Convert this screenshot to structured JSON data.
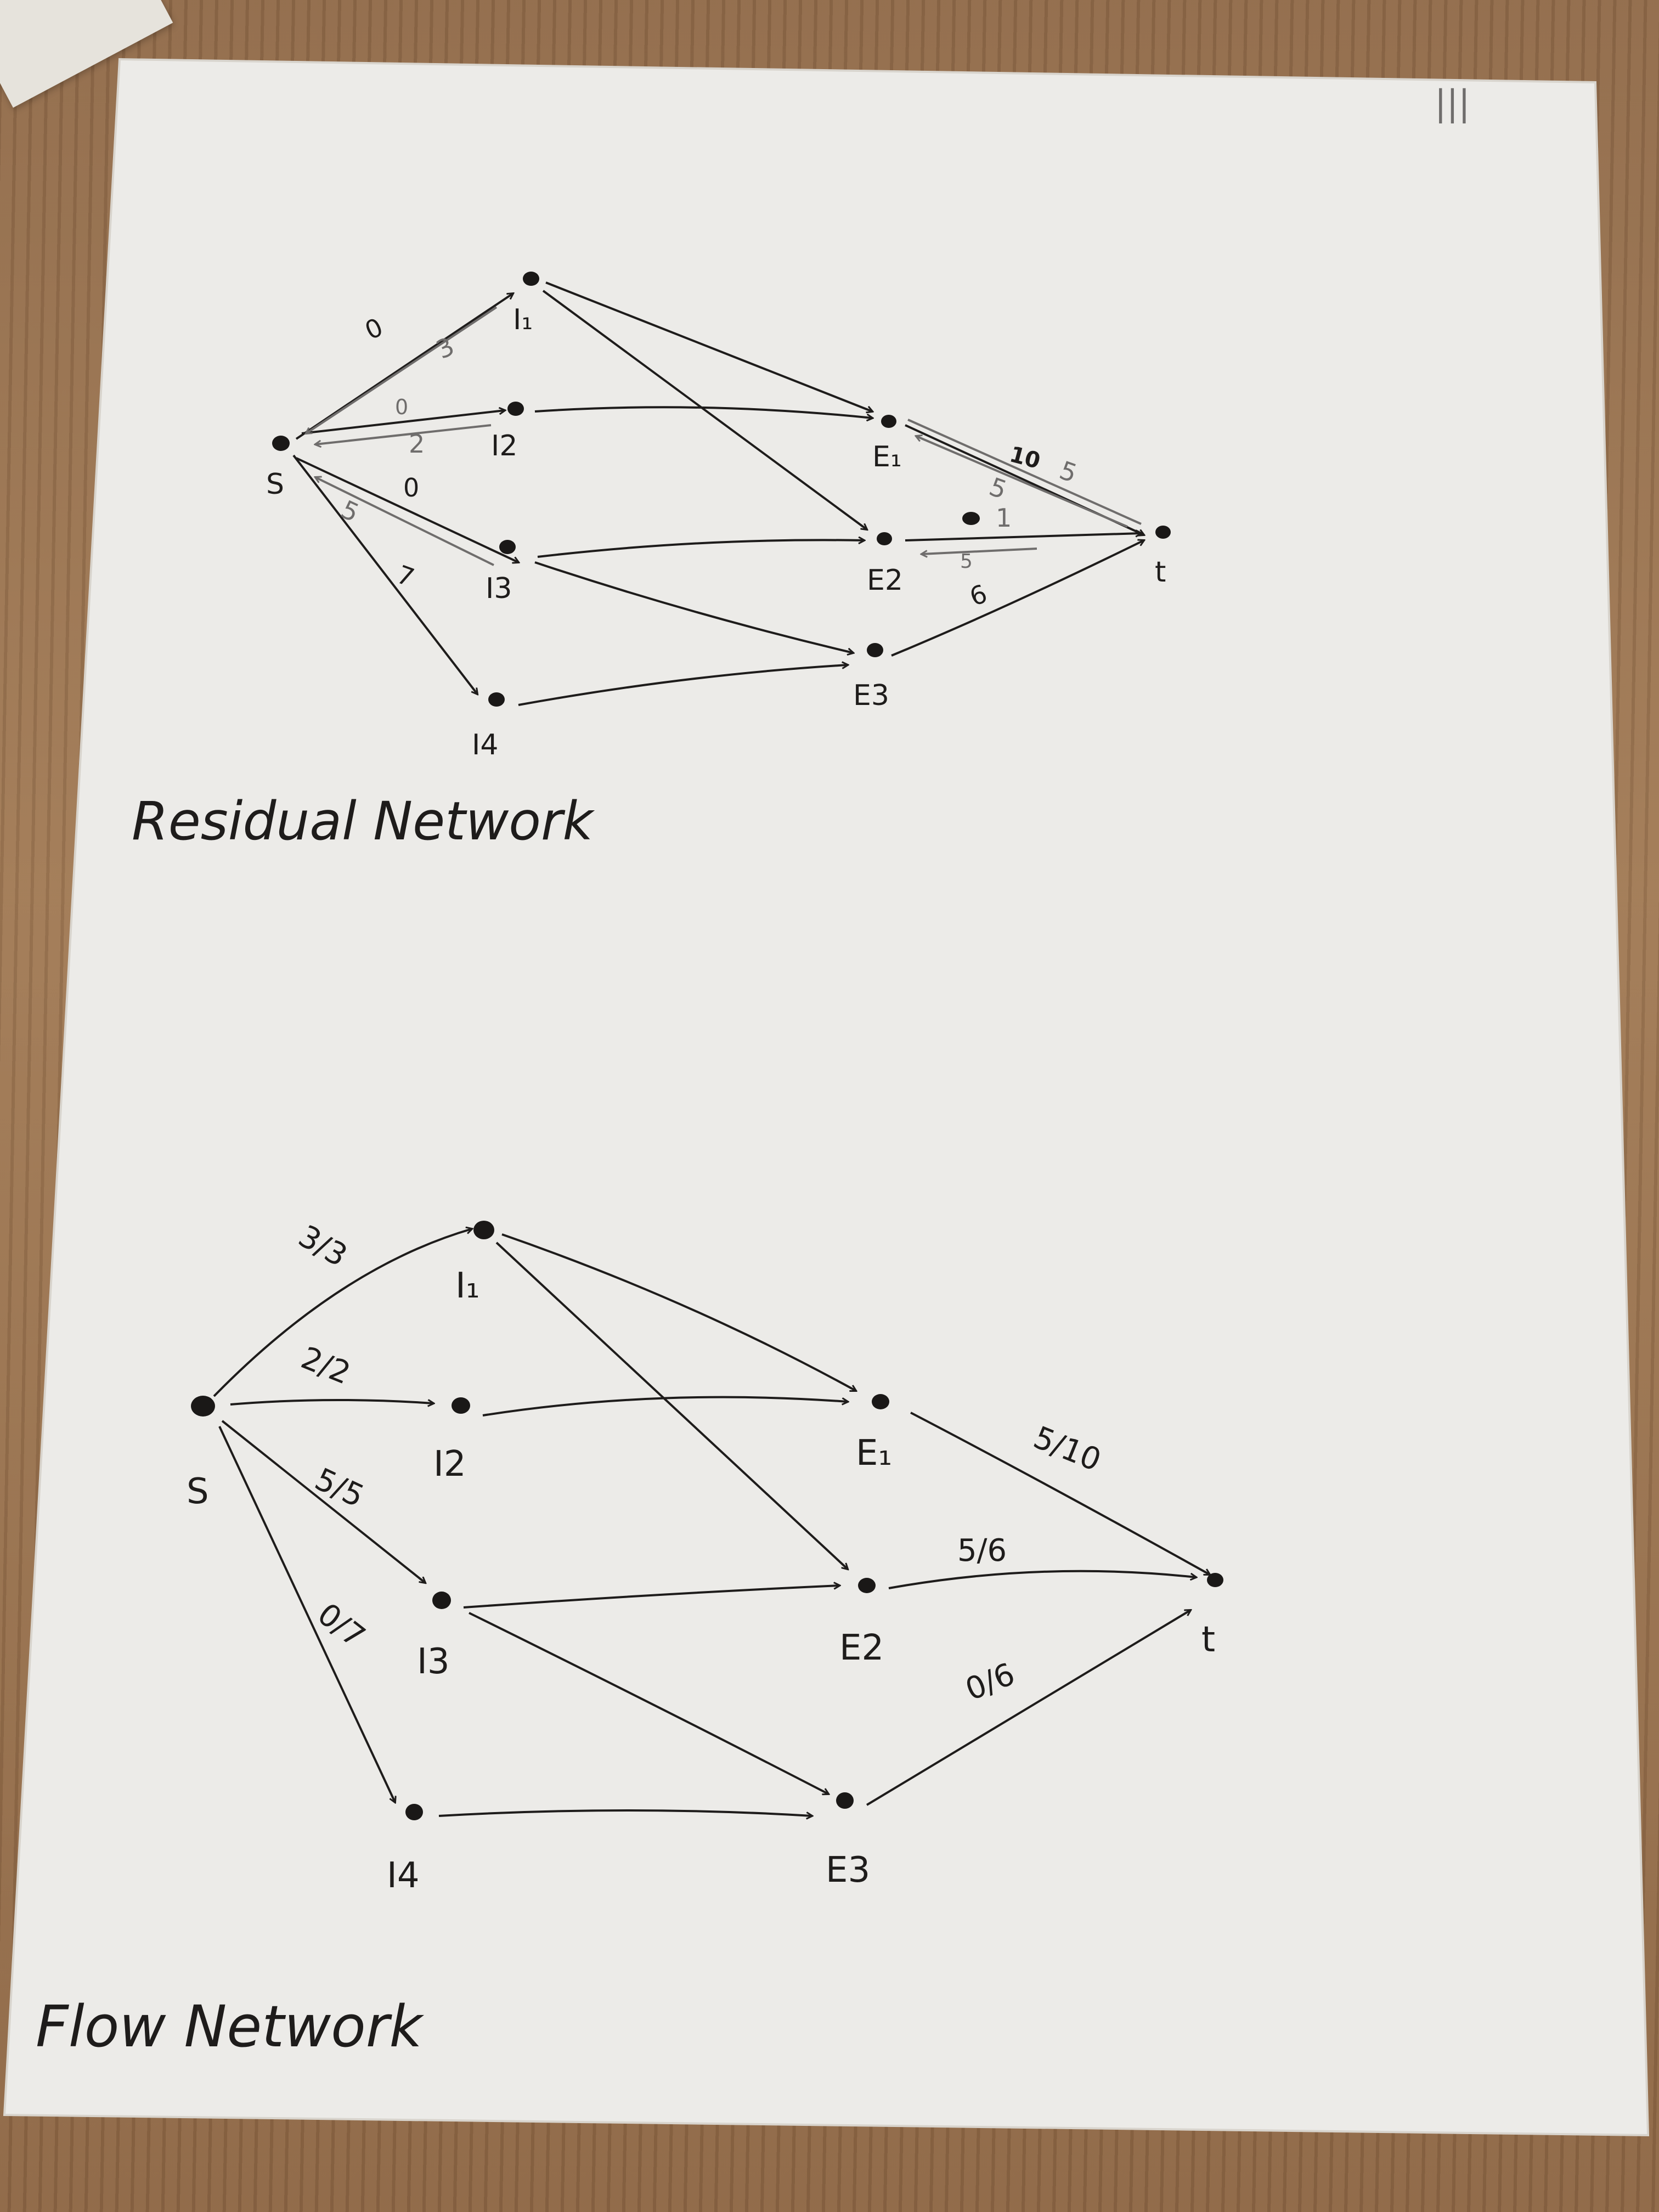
{
  "corner_marks": "|||",
  "residual": {
    "title": "Residual Network",
    "nodes": {
      "s": "S",
      "i1": "I₁",
      "i2": "I2",
      "i3": "I3",
      "i4": "I4",
      "e1": "E₁",
      "e2": "E2",
      "e3": "E3",
      "t": "t"
    },
    "labels": {
      "s_i1_fwd": "0",
      "s_i1_back": "3",
      "s_i2_fwd": "0",
      "s_i2_back": "2",
      "s_i3_fwd": "0",
      "s_i3_back": "5",
      "s_i4": "7",
      "e1_t_fwd": "5",
      "e1_t_back": "5",
      "e1_t_scribble": "10",
      "e2_t_fwd": "1",
      "e2_t_back": "5",
      "e3_t": "6"
    }
  },
  "flow": {
    "title": "Flow Network",
    "nodes": {
      "s": "S",
      "i1": "I₁",
      "i2": "I2",
      "i3": "I3",
      "i4": "I4",
      "e1": "E₁",
      "e2": "E2",
      "e3": "E3",
      "t": "t"
    },
    "labels": {
      "s_i1": "3/3",
      "s_i2": "2/2",
      "s_i3": "5/5",
      "s_i4": "0/7",
      "e1_t": "5/10",
      "e2_t": "5/6",
      "e3_t": "0/6"
    }
  }
}
